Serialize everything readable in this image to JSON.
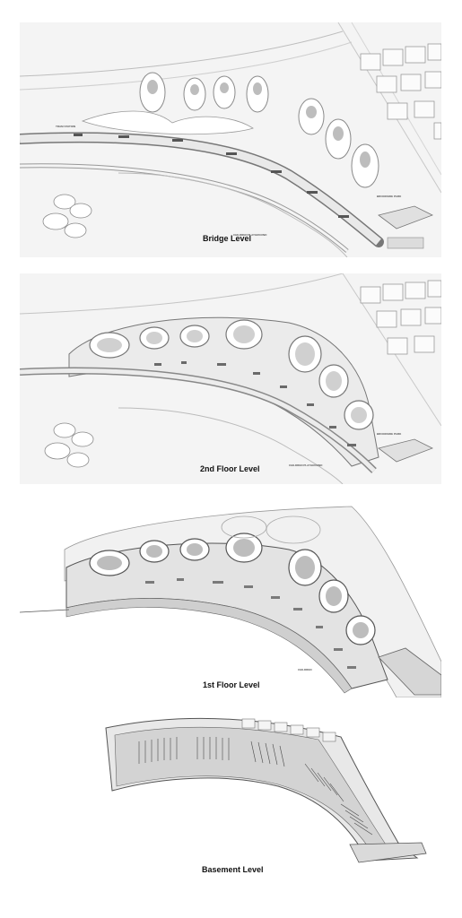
{
  "levels": {
    "bridge": "Bridge Level",
    "second": "2nd Floor Level",
    "first": "1st Floor Level",
    "basement": "Basement Level"
  },
  "colors": {
    "background": "#ffffff",
    "ground": "#f3f3f3",
    "structure": "#e6e6e6",
    "line": "#8a8a8a",
    "shadow": "#c9c9c9",
    "dark": "#3a3a3a"
  }
}
